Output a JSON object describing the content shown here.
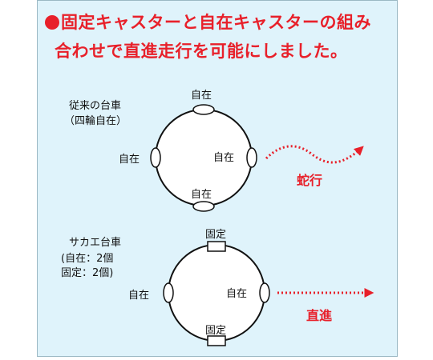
{
  "title": {
    "line1": "固定キャスターと自在キャスターの組み",
    "line2": "合わせで直進走行を可能にしました。"
  },
  "diagram1": {
    "name": "従来の台車",
    "sub": "（四輪自在）",
    "top": "自在",
    "left": "自在",
    "right": "自在",
    "bottom": "自在",
    "motion": "蛇行"
  },
  "diagram2": {
    "name": "サカエ台車",
    "sub1": "自在：2個",
    "sub2": "固定：2個",
    "top": "固定",
    "left": "自在",
    "right": "自在",
    "bottom": "固定",
    "motion": "直進"
  },
  "colors": {
    "accent": "#e8202a",
    "panel": "#dff3fb"
  }
}
